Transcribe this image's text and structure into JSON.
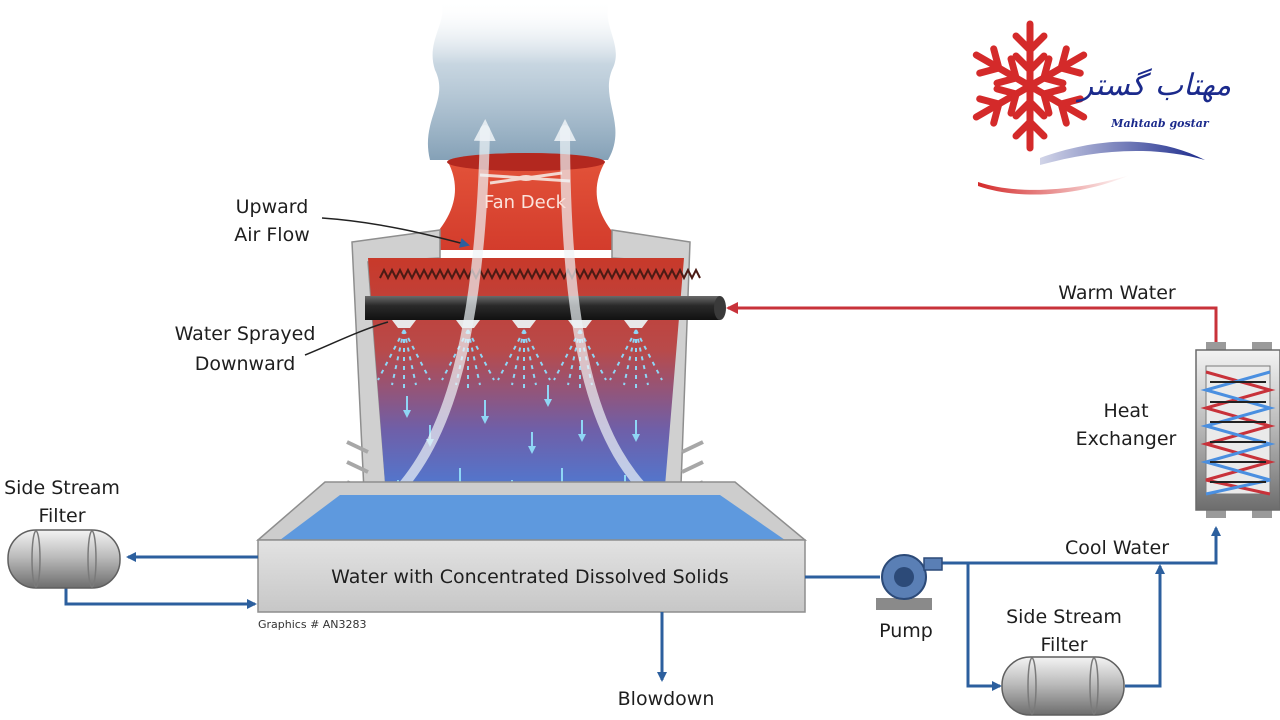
{
  "labels": {
    "fan_deck": "Fan Deck",
    "upward_air_flow": [
      "Upward",
      "Air Flow"
    ],
    "water_sprayed_downward": [
      "Water Sprayed",
      "Downward"
    ],
    "warm_water": "Warm Water",
    "heat_exchanger": [
      "Heat",
      "Exchanger"
    ],
    "side_stream_filter_left": [
      "Side Stream",
      "Filter"
    ],
    "side_stream_filter_right": [
      "Side Stream",
      "Filter"
    ],
    "basin": "Water with Concentrated Dissolved Solids",
    "graphics_id": "Graphics # AN3283",
    "pump": "Pump",
    "cool_water": "Cool Water",
    "blowdown": "Blowdown"
  },
  "logo": {
    "persian_name": "مهتاب گستر",
    "latin_name": "Mahtaab gostar"
  },
  "colors": {
    "tower_red": "#d6402a",
    "water_blue": "#4a8fe0",
    "pipe_red": "#c8323a",
    "pipe_blue": "#2c5f9e",
    "logo_red": "#d42a2a",
    "logo_blue": "#1b2a8c"
  },
  "icons": [
    "snowflake-icon",
    "pump-icon",
    "heat-exchanger-icon",
    "fan-icon",
    "spray-nozzle-icon"
  ]
}
